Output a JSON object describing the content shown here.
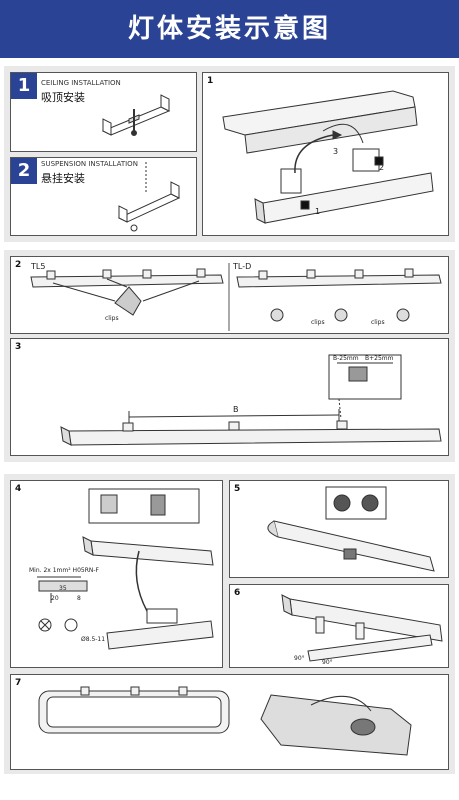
{
  "header": {
    "title": "灯体安装示意图"
  },
  "colors": {
    "brand": "#2b4394",
    "section_bg": "#e9e9e9",
    "line": "#555555"
  },
  "step_ceiling": {
    "number": "1",
    "label_en": "CEILING INSTALLATION",
    "label_cn": "吸顶安装"
  },
  "step_suspension": {
    "number": "2",
    "label_en": "SUSPENSION INSTALLATION",
    "label_cn": "悬挂安装"
  },
  "panel1": {
    "number": "1",
    "callouts": [
      "3",
      "2",
      "1"
    ]
  },
  "panel2": {
    "number": "2",
    "left_title": "TL5",
    "right_title": "TL-D",
    "clips": "clips"
  },
  "panel3": {
    "number": "3",
    "dim_left": "B-25mm",
    "dim_right": "B+25mm",
    "dim_b": "B"
  },
  "panel4": {
    "number": "4",
    "cable_spec": "Min. 2x 1mm² H05RN-F",
    "dim_35": "35",
    "dim_20": "20",
    "dim_8": "8",
    "diameter": "Ø8.5-11"
  },
  "panel5": {
    "number": "5"
  },
  "panel6": {
    "number": "6",
    "angle_a": "90°",
    "angle_b": "90°"
  },
  "panel7": {
    "number": "7"
  }
}
